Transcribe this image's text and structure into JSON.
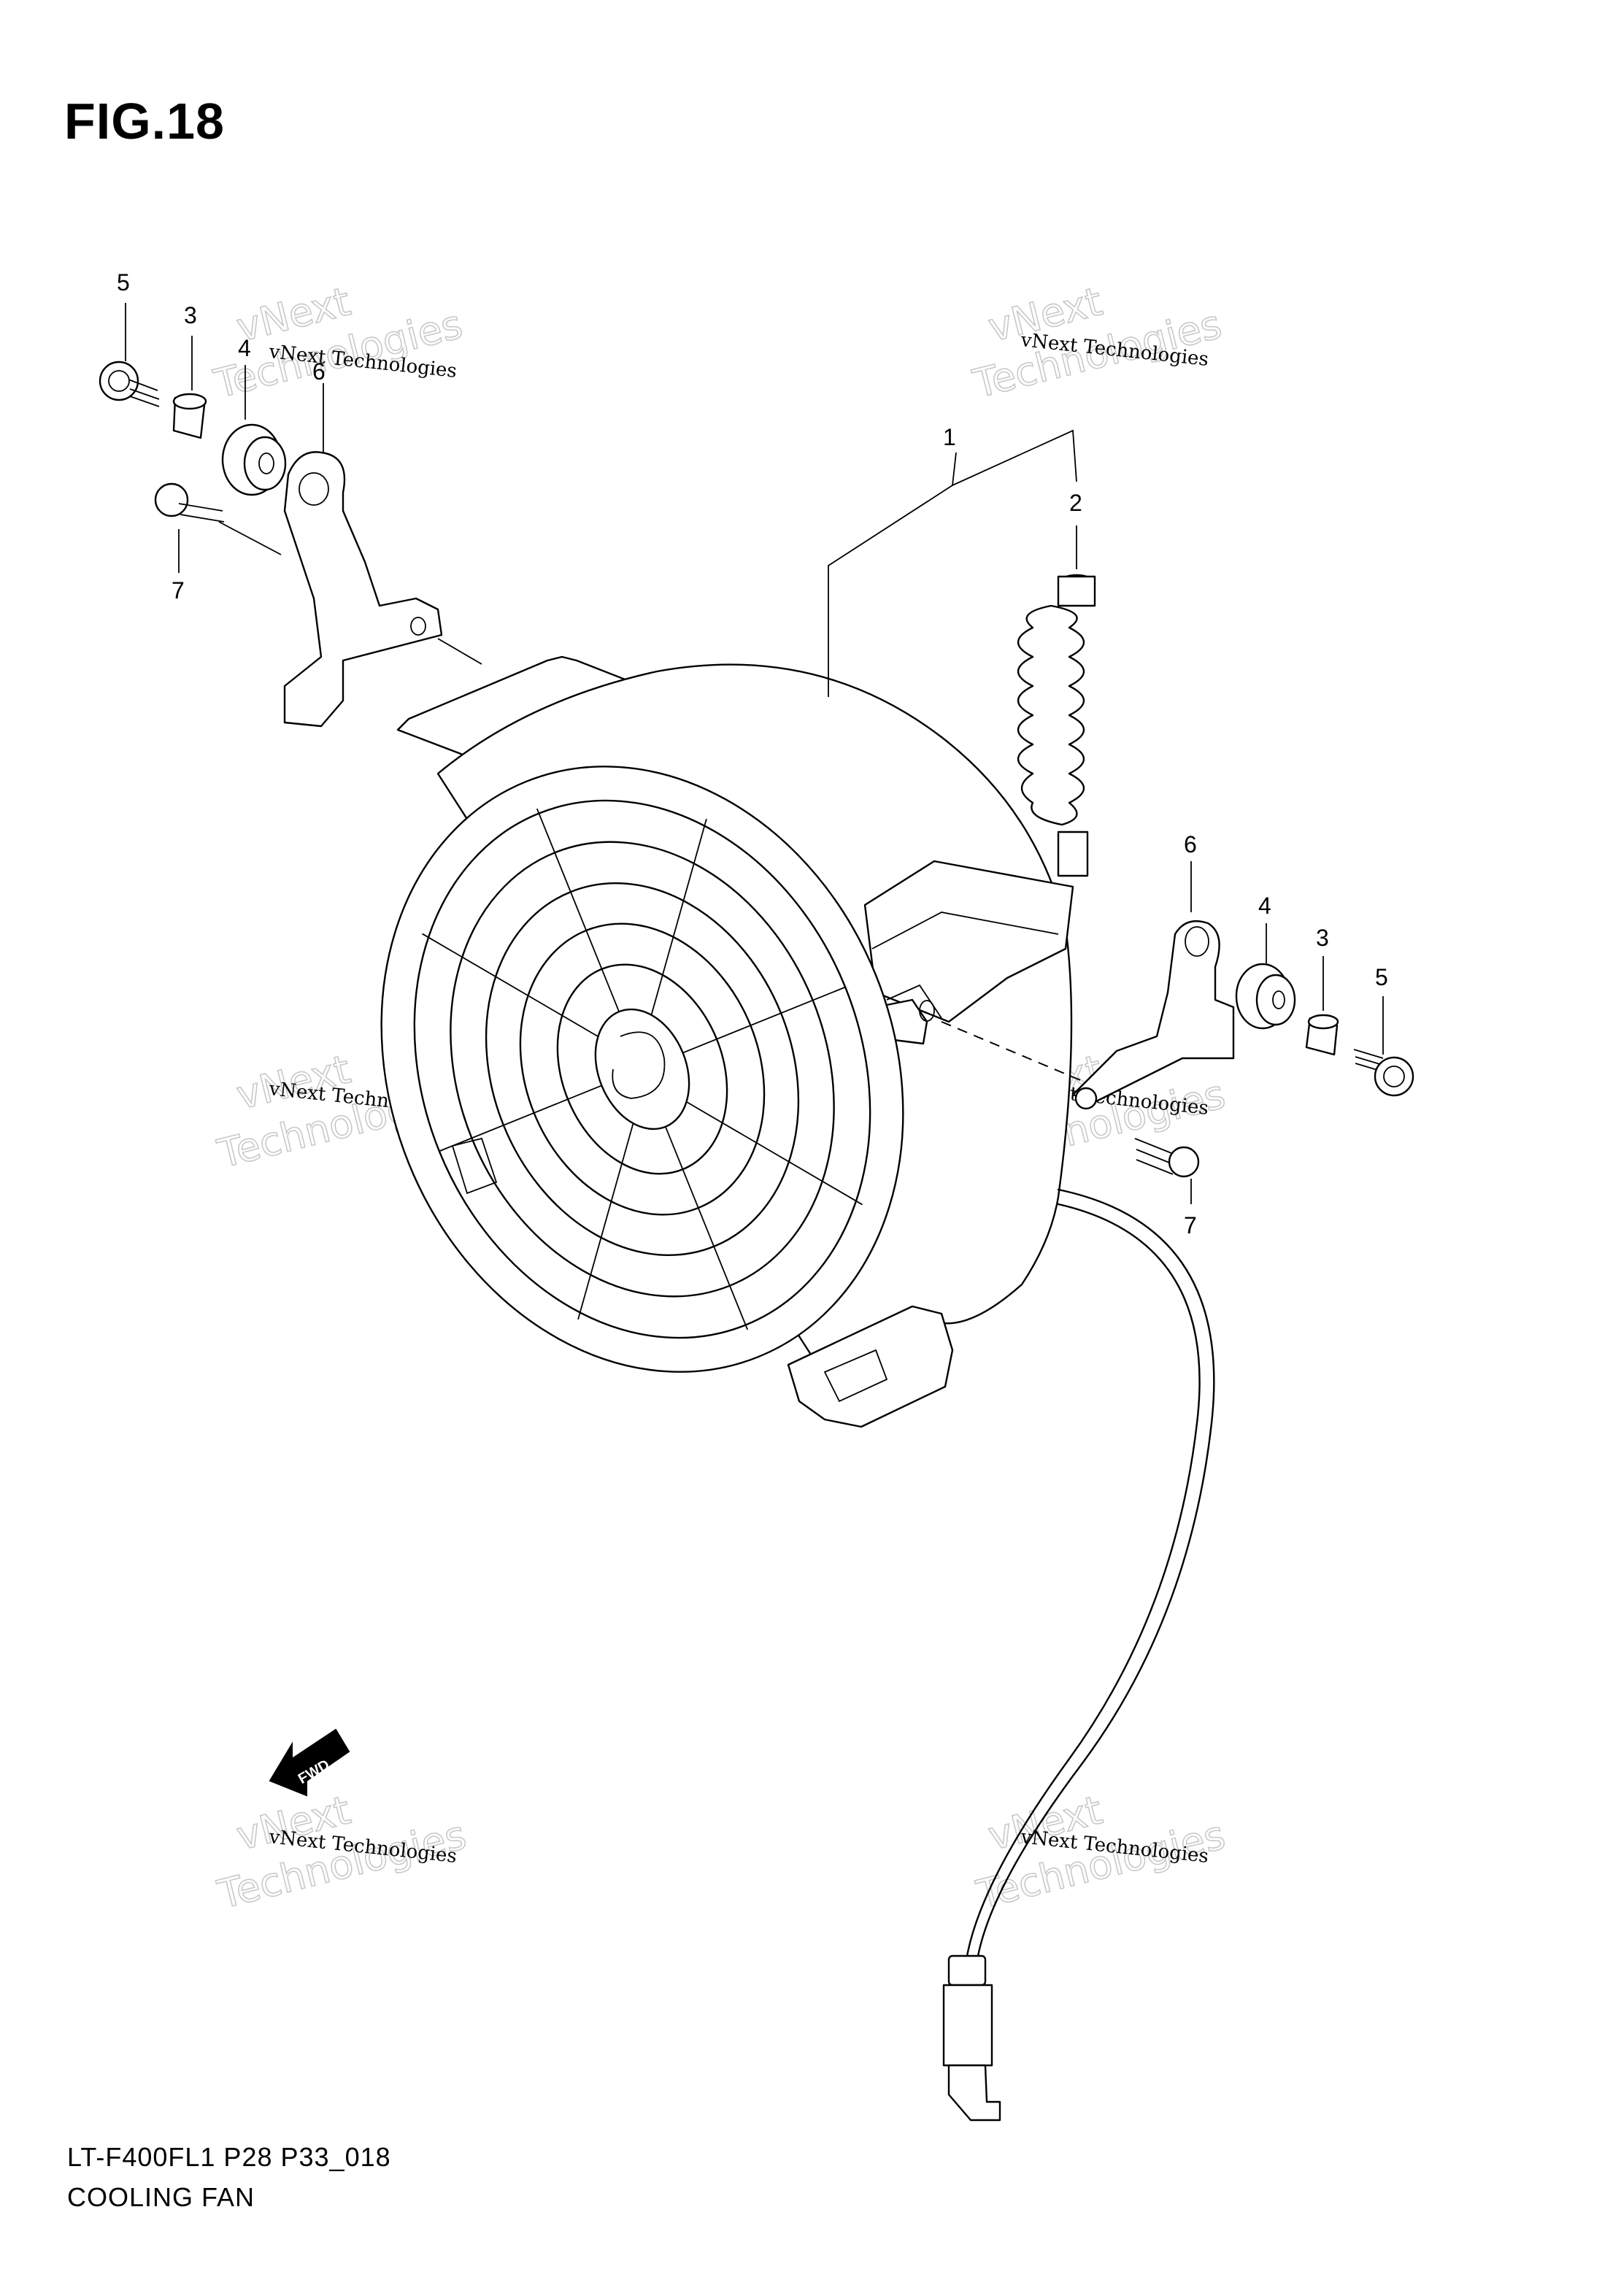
{
  "figure": {
    "title": "FIG.18",
    "model_code": "LT-F400FL1 P28 P33_018",
    "caption": "COOLING FAN"
  },
  "callouts": {
    "left_5": "5",
    "left_3": "3",
    "left_4": "4",
    "left_6": "6",
    "left_7": "7",
    "main_1": "1",
    "main_2": "2",
    "right_6": "6",
    "right_4": "4",
    "right_3": "3",
    "right_5": "5",
    "right_7": "7"
  },
  "fwd_arrow_label": "FWD",
  "watermark": {
    "line_small": "vNext Technologies",
    "line_big_top": "vNext",
    "line_big_bottom": "Technologies"
  }
}
